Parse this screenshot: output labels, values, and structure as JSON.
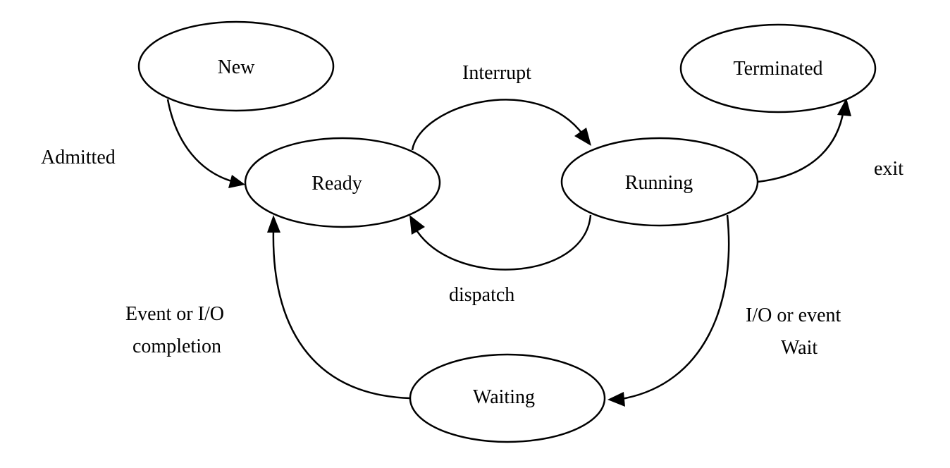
{
  "states": {
    "new": "New",
    "ready": "Ready",
    "running": "Running",
    "waiting": "Waiting",
    "terminated": "Terminated"
  },
  "transitions": {
    "admitted": "Admitted",
    "interrupt": "Interrupt",
    "dispatch": "dispatch",
    "exit": "exit",
    "io_completion": [
      "Event or I/O",
      "completion"
    ],
    "io_wait": [
      "I/O or event",
      "Wait"
    ]
  }
}
